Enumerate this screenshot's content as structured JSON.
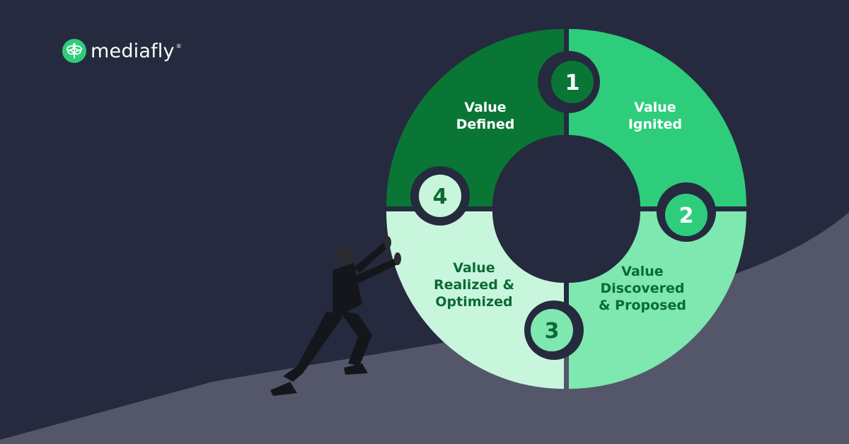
{
  "brand": {
    "name": "mediafly",
    "trademark": "®"
  },
  "colors": {
    "background": "#262a3e",
    "hill": "#545769",
    "step1": "#2ecd7c",
    "step2": "#7ee8b0",
    "step3": "#c8f6dd",
    "step4": "#0a7636",
    "text_dark": "#0b6b33",
    "text_light": "#ffffff"
  },
  "icons": [
    "dragonfly-logo-icon",
    "businessman-pushing-illustration"
  ],
  "segments": [
    {
      "number": "1",
      "lines": [
        "Value",
        "Ignited"
      ]
    },
    {
      "number": "2",
      "lines": [
        "Value",
        "Discovered",
        "& Proposed"
      ]
    },
    {
      "number": "3",
      "lines": [
        "Value",
        "Realized &",
        "Optimized"
      ]
    },
    {
      "number": "4",
      "lines": [
        "Value",
        "Defined"
      ]
    }
  ]
}
